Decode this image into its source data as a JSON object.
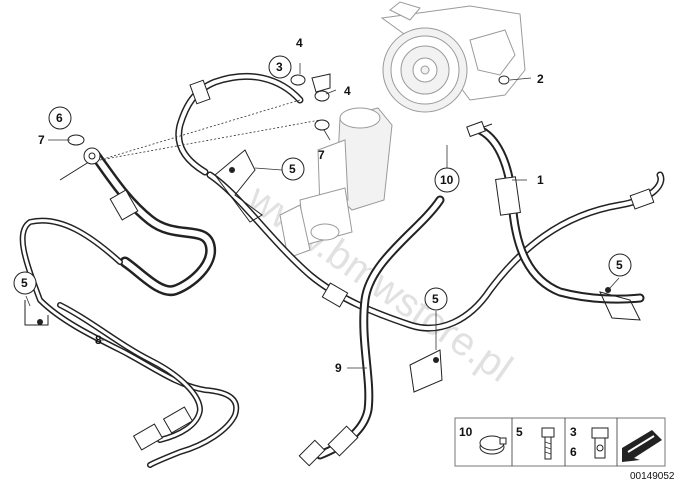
{
  "watermark": "www.bmwstore.pl",
  "doc_number": "00149052",
  "callouts": [
    {
      "id": "c1",
      "label": "1",
      "circled": false
    },
    {
      "id": "c2",
      "label": "2",
      "circled": false
    },
    {
      "id": "c3",
      "label": "3",
      "circled": true
    },
    {
      "id": "c4a",
      "label": "4",
      "circled": false
    },
    {
      "id": "c4b",
      "label": "4",
      "circled": false
    },
    {
      "id": "c5a",
      "label": "5",
      "circled": true
    },
    {
      "id": "c5b",
      "label": "5",
      "circled": true
    },
    {
      "id": "c5c",
      "label": "5",
      "circled": true
    },
    {
      "id": "c5d",
      "label": "5",
      "circled": true
    },
    {
      "id": "c6",
      "label": "6",
      "circled": true
    },
    {
      "id": "c7a",
      "label": "7",
      "circled": false
    },
    {
      "id": "c7b",
      "label": "7",
      "circled": false
    },
    {
      "id": "c8",
      "label": "8",
      "circled": false
    },
    {
      "id": "c9",
      "label": "9",
      "circled": false
    },
    {
      "id": "c10",
      "label": "10",
      "circled": true
    }
  ],
  "legend": {
    "items": [
      {
        "label": "10",
        "part": "hose-clamp"
      },
      {
        "label": "5",
        "part": "bolt"
      },
      {
        "label": "3",
        "part": "banjo-bolt"
      },
      {
        "label": "6",
        "part": "banjo-bolt"
      }
    ],
    "icon": "arrow-icon"
  }
}
